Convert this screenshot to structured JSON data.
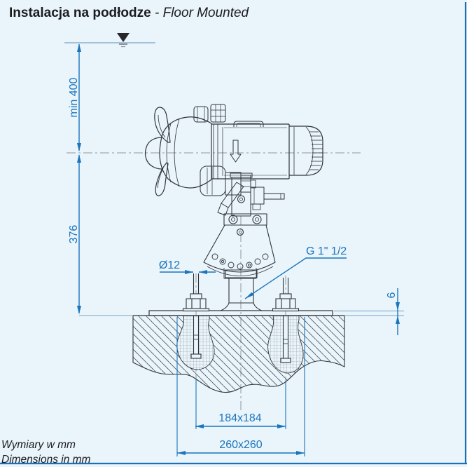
{
  "header": {
    "title_pl": "Instalacja na podłodze",
    "title_en": " - Floor Mounted"
  },
  "footer": {
    "units_pl": "Wymiary w mm",
    "units_en": "Dimensions in mm"
  },
  "dimensions": {
    "min_submergence": "min 400",
    "mount_height": "376",
    "anchor_bolt_diameter": "Ø12",
    "thread_size": "G 1\" 1/2",
    "plate_thickness": "6",
    "bolt_spacing": "184x184",
    "base_plate_size": "260x260"
  },
  "icons": {
    "water_level": "water-level-icon"
  },
  "colors": {
    "background": "#e9f4fb",
    "dimension_blue": "#1b75bc",
    "drawing_dark": "#2f3339",
    "centerline_gray": "#8f989f",
    "water_line": "#a3c2d9",
    "border_blue": "#1a6fb5"
  }
}
